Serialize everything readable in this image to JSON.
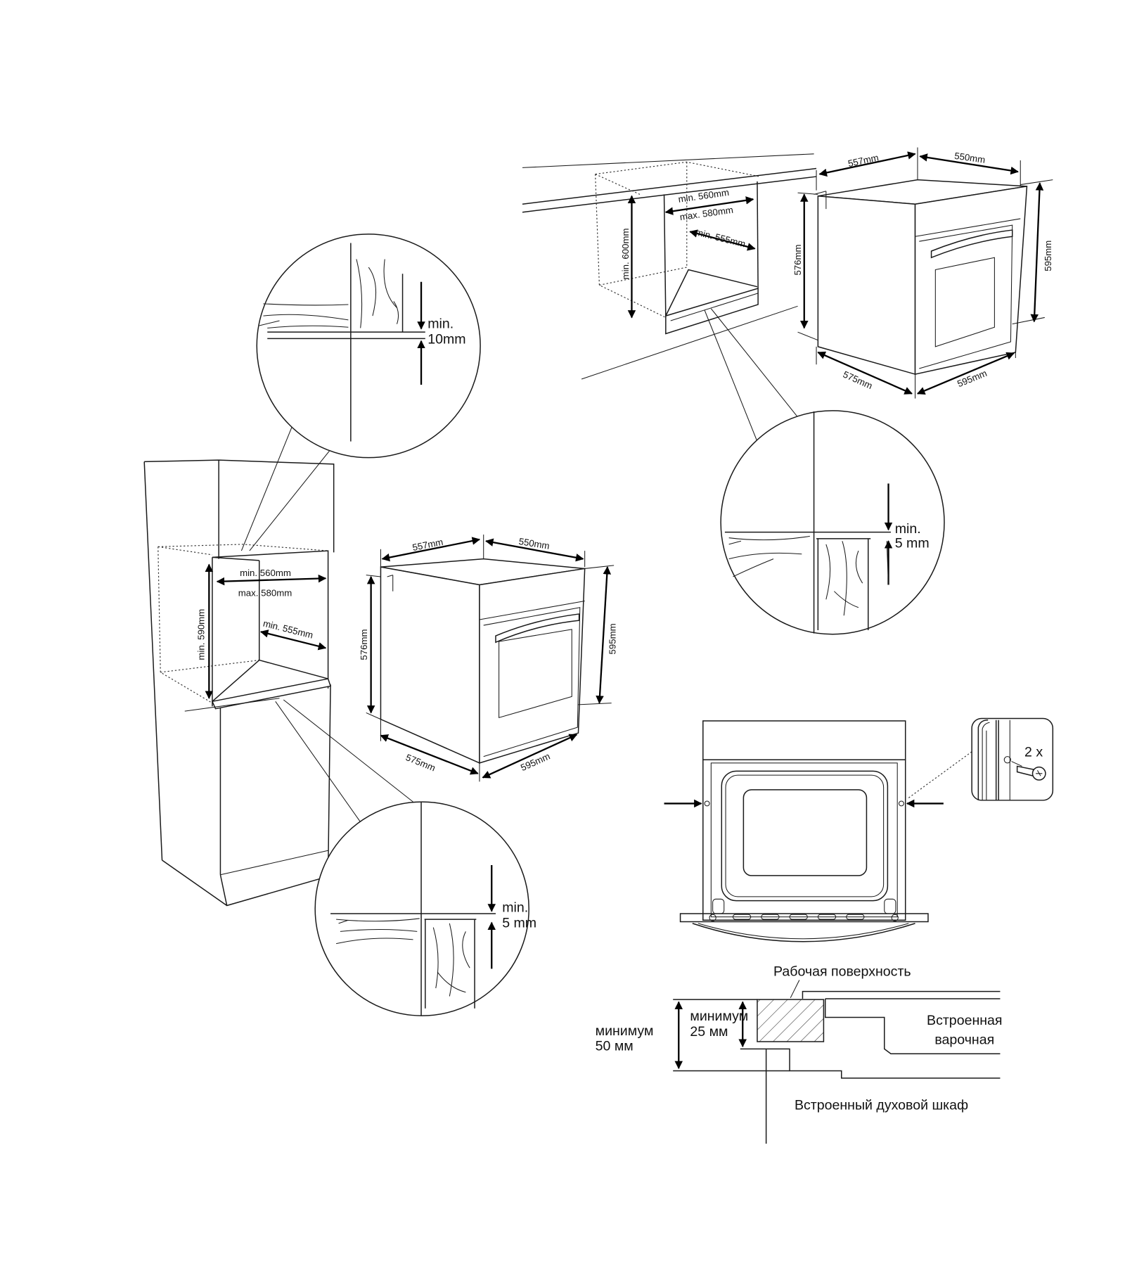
{
  "top_right_niche": {
    "height": "min. 600mm",
    "width_min": "min. 560mm",
    "width_max": "max. 580mm",
    "depth": "min. 555mm"
  },
  "top_right_oven": {
    "depth_top": "557mm",
    "width_top": "550mm",
    "height_left": "576mm",
    "height_right": "595mm",
    "depth_bottom": "575mm",
    "width_bottom": "595mm"
  },
  "detail_top_right": {
    "line1": "min.",
    "line2": "5 mm"
  },
  "detail_top_left": {
    "line1": "min.",
    "line2": "10mm"
  },
  "detail_bottom_left": {
    "line1": "min.",
    "line2": "5 mm"
  },
  "tall_cabinet_niche": {
    "height": "min. 590mm",
    "width_min": "min. 560mm",
    "width_max": "max. 580mm",
    "depth": "min. 555mm"
  },
  "middle_oven": {
    "depth_top": "557mm",
    "width_top": "550mm",
    "height_left": "576mm",
    "height_right": "595mm",
    "depth_bottom": "575mm",
    "width_bottom": "595mm"
  },
  "screw_inset": {
    "count": "2 x"
  },
  "section": {
    "worktop": "Рабочая поверхность",
    "hob_line1": "Встроенная",
    "hob_line2": "варочная",
    "oven": "Встроенный духовой шкаф",
    "min50_line1": "минимум",
    "min50_line2": "50 мм",
    "min25_line1": "минимум",
    "min25_line2": "25 мм"
  }
}
